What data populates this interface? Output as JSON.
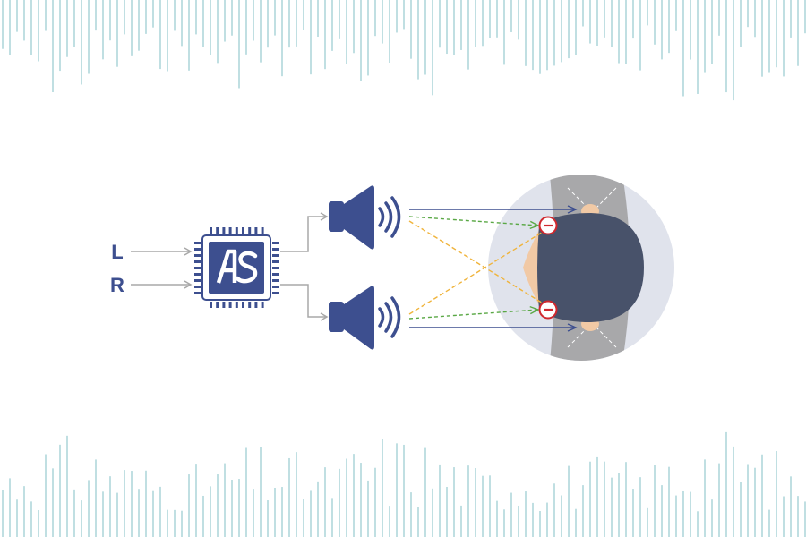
{
  "inputs": {
    "left_label": "L",
    "right_label": "R"
  },
  "chip": {
    "logo_text": "AS",
    "icon": "processor-chip-icon"
  },
  "speakers": {
    "icon": "speaker-icon",
    "count": 2
  },
  "listener": {
    "icon": "head-top-view-icon",
    "cancel_icon": "minus-circle-icon"
  },
  "colors": {
    "primary": "#3d4f8f",
    "arrow_gray": "#a8a8a8",
    "direct_path": "#3d4f8f",
    "crosstalk_path": "#f0b43c",
    "cancel_path": "#5aa845",
    "cancel_marker": "#d0282e",
    "head_hair": "#48526a",
    "skin": "#f1c9a5",
    "shoulders": "#a8a8aa",
    "halo": "#e0e3ec",
    "waveform": "#aad4d9"
  }
}
